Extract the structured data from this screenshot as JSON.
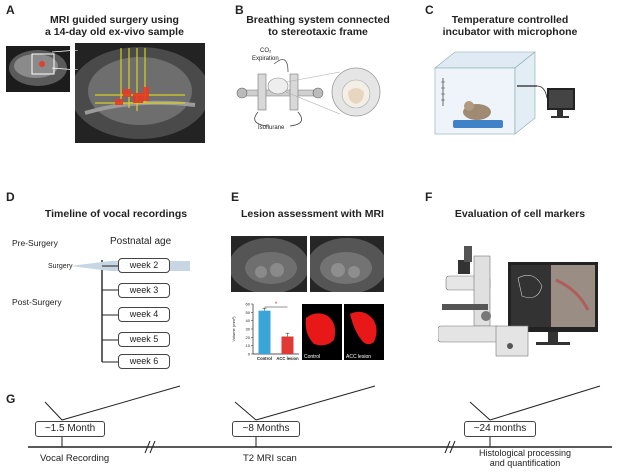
{
  "panels": {
    "A": {
      "letter": "A",
      "title_line1": "MRI guided surgery using",
      "title_line2": "a 14-day old ex-vivo sample"
    },
    "B": {
      "letter": "B",
      "title_line1": "Breathing system connected",
      "title_line2": "to stereotaxic frame",
      "co2_label": "CO₂",
      "expiration_label": "Expiration",
      "isoflurane_label": "Isoflurane"
    },
    "C": {
      "letter": "C",
      "title_line1": "Temperature controlled",
      "title_line2": "incubator with microphone"
    },
    "D": {
      "letter": "D",
      "title": "Timeline of vocal recordings",
      "pre_surgery": "Pre-Surgery",
      "postnatal_age": "Postnatal age",
      "surgery": "Surgery",
      "post_surgery": "Post-Surgery",
      "weeks": [
        "week 2",
        "week 3",
        "week 4",
        "week 5",
        "week 6"
      ]
    },
    "E": {
      "letter": "E",
      "title": "Lesion assessment with MRI",
      "ylabel": "Volume (mm³)",
      "star": "*",
      "bar_categories": [
        "Control",
        "ACC lesion"
      ],
      "lesion_labels": [
        "Control",
        "ACC lesion"
      ]
    },
    "F": {
      "letter": "F",
      "title": "Evaluation of cell markers"
    },
    "G": {
      "letter": "G",
      "durations": [
        "~1.5 Month",
        "~8 Months",
        "~24 months"
      ],
      "labels": [
        "Vocal Recording",
        "T2 MRI scan"
      ],
      "label3_line1": "Histological processing",
      "label3_line2": "and quantification"
    }
  },
  "colors": {
    "bar_control": "#3aa6d8",
    "bar_lesion": "#e03a36",
    "lesion_red": "#e81818"
  },
  "chart_data": {
    "type": "bar",
    "categories": [
      "Control",
      "ACC lesion"
    ],
    "values": [
      52,
      21
    ],
    "ylabel": "Volume (mm³)",
    "ylim": [
      0,
      60
    ],
    "yticks": [
      0,
      10,
      20,
      30,
      40,
      50,
      60
    ]
  }
}
